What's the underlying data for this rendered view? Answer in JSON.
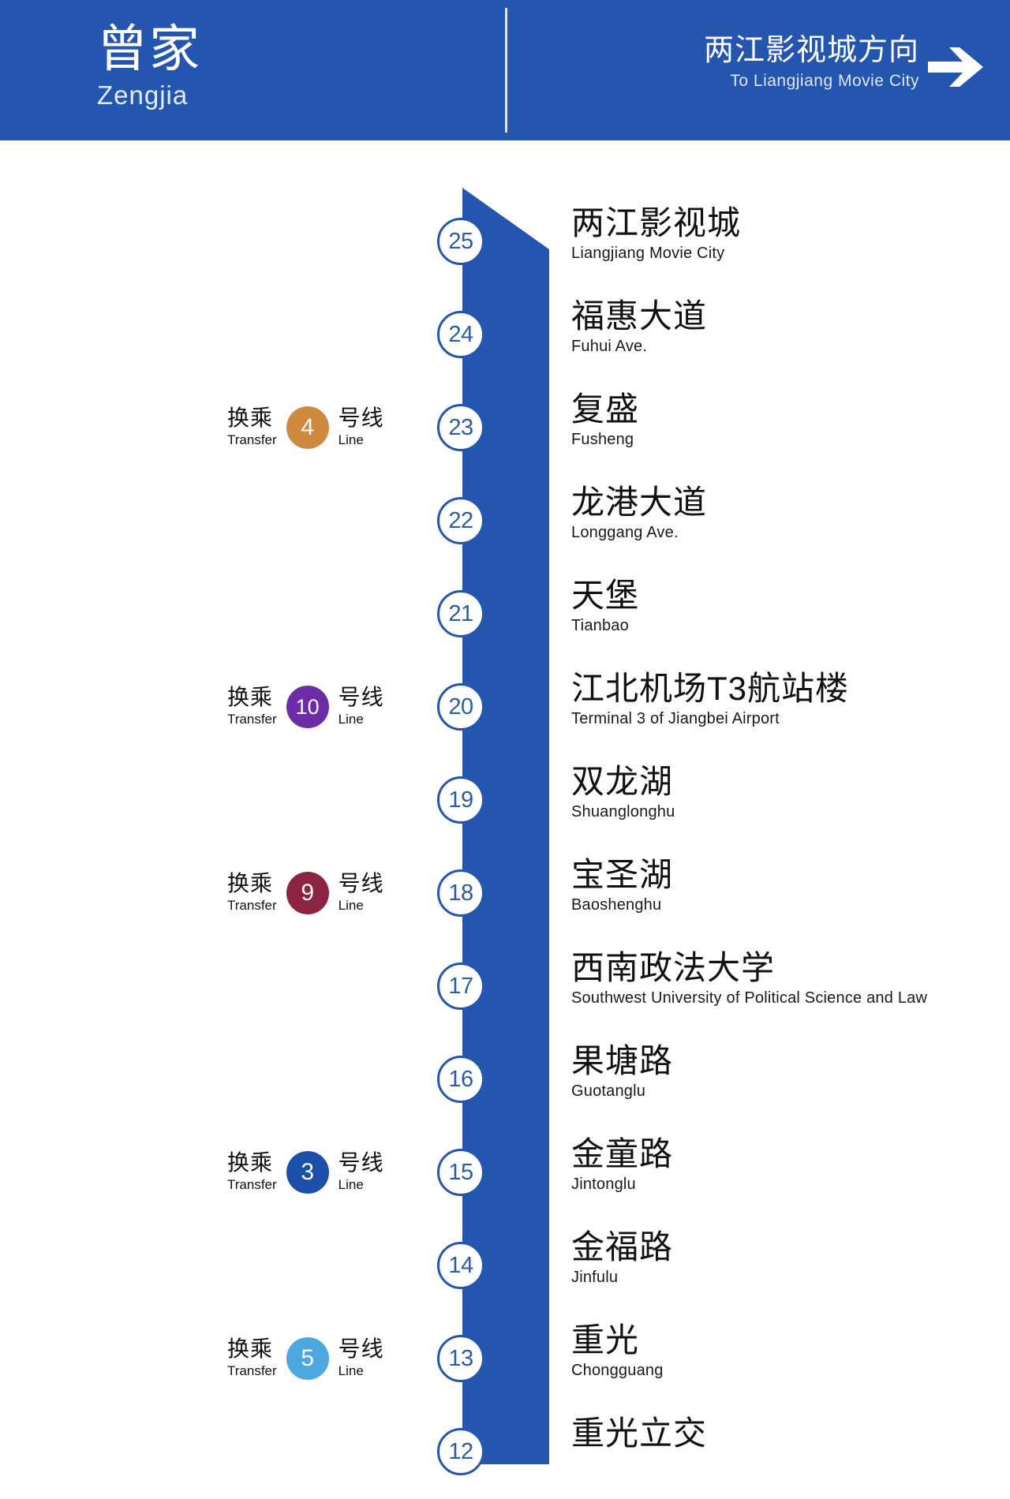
{
  "header": {
    "current_station_cn": "曾家",
    "current_station_en": "Zengjia",
    "direction_cn": "两江影视城方向",
    "direction_en": "To Liangjiang Movie City",
    "arrow_icon": "arrow-right-icon",
    "background_color": "#2456B0"
  },
  "line": {
    "color": "#2456B0",
    "marker_border_color": "#2456B0",
    "marker_number_color": "#2d5ba8"
  },
  "transfer_labels": {
    "cn_prefix": "换乘",
    "en_prefix": "Transfer",
    "cn_suffix": "号线",
    "en_suffix": "Line"
  },
  "stations": [
    {
      "number": "25",
      "name_cn": "两江影视城",
      "name_en": "Liangjiang Movie City",
      "transfer": null
    },
    {
      "number": "24",
      "name_cn": "福惠大道",
      "name_en": "Fuhui Ave.",
      "transfer": null
    },
    {
      "number": "23",
      "name_cn": "复盛",
      "name_en": "Fusheng",
      "transfer": {
        "line": "4",
        "color": "#CE8A3E"
      }
    },
    {
      "number": "22",
      "name_cn": "龙港大道",
      "name_en": "Longgang Ave.",
      "transfer": null
    },
    {
      "number": "21",
      "name_cn": "天堡",
      "name_en": "Tianbao",
      "transfer": null
    },
    {
      "number": "20",
      "name_cn": "江北机场T3航站楼",
      "name_en": "Terminal 3 of Jiangbei Airport",
      "transfer": {
        "line": "10",
        "color": "#6B2CA5"
      }
    },
    {
      "number": "19",
      "name_cn": "双龙湖",
      "name_en": "Shuanglonghu",
      "transfer": null
    },
    {
      "number": "18",
      "name_cn": "宝圣湖",
      "name_en": "Baoshenghu",
      "transfer": {
        "line": "9",
        "color": "#8C2340"
      }
    },
    {
      "number": "17",
      "name_cn": "西南政法大学",
      "name_en": "Southwest University of Political Science and Law",
      "transfer": null
    },
    {
      "number": "16",
      "name_cn": "果塘路",
      "name_en": "Guotanglu",
      "transfer": null
    },
    {
      "number": "15",
      "name_cn": "金童路",
      "name_en": "Jintonglu",
      "transfer": {
        "line": "3",
        "color": "#1B4FA8"
      }
    },
    {
      "number": "14",
      "name_cn": "金福路",
      "name_en": "Jinfulu",
      "transfer": null
    },
    {
      "number": "13",
      "name_cn": "重光",
      "name_en": "Chongguang",
      "transfer": {
        "line": "5",
        "color": "#4DA8DF"
      }
    },
    {
      "number": "12",
      "name_cn": "重光立交",
      "name_en": "",
      "transfer": null
    }
  ]
}
